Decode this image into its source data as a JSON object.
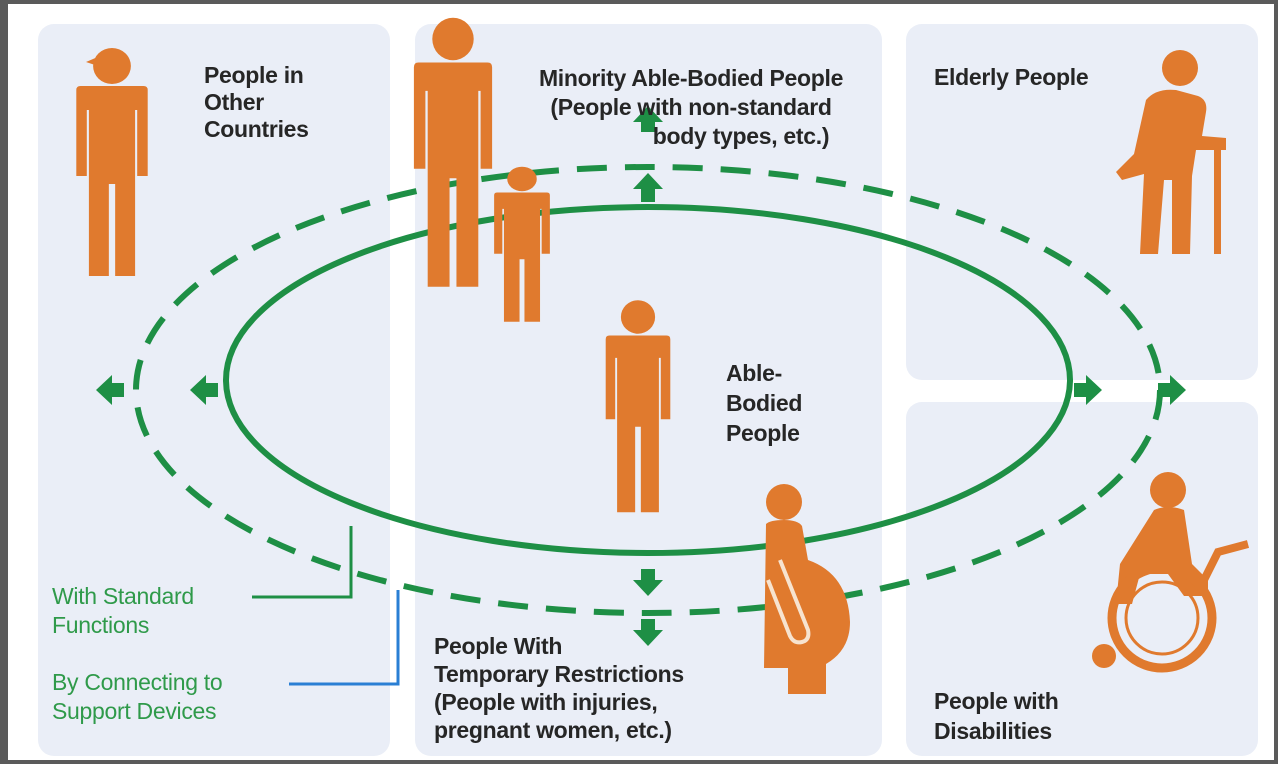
{
  "groups": {
    "other_countries": {
      "line1": "People in",
      "line2": "Other",
      "line3": "Countries"
    },
    "minority": {
      "line1": "Minority Able-Bodied People",
      "line2": "(People with non-standard",
      "line3": "body types, etc.)"
    },
    "elderly": {
      "title": "Elderly People"
    },
    "able_bodied": {
      "line1": "Able-",
      "line2": "Bodied",
      "line3": "People"
    },
    "temporary": {
      "line1": "People With",
      "line2": "Temporary Restrictions",
      "line3": "(People with injuries,",
      "line4": "pregnant women, etc.)"
    },
    "disabilities": {
      "line1": "People with",
      "line2": "Disabilities"
    }
  },
  "legend": {
    "standard": {
      "line1": "With Standard",
      "line2": "Functions"
    },
    "support": {
      "line1": "By Connecting to",
      "line2": "Support Devices"
    }
  },
  "colors": {
    "figure": "#e07a2e",
    "ring": "#1e8f45",
    "panel": "#eaeef7",
    "legend_text": "#2f9a4a"
  }
}
